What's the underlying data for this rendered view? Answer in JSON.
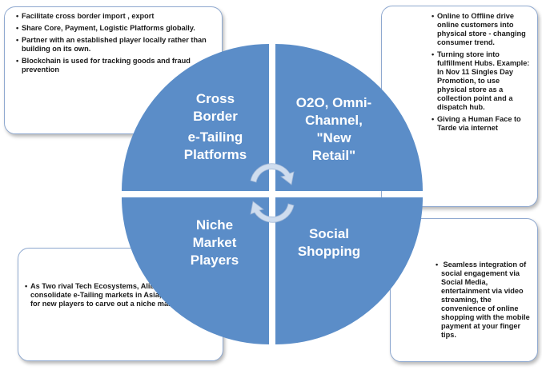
{
  "diagram": {
    "quadrants": {
      "top_left": {
        "line1": "Cross",
        "line2": "Border",
        "line3": "e-Tailing",
        "line4": "Platforms"
      },
      "top_right": {
        "line1": "O2O, Omni-",
        "line2": "Channel,",
        "line3": "\"New",
        "line4": "Retail\""
      },
      "bottom_left": {
        "line1": "Niche",
        "line2": "Market",
        "line3": "Players"
      },
      "bottom_right": {
        "line1": "Social",
        "line2": "Shopping"
      }
    },
    "colors": {
      "quadrant_fill": "#5b8dc8",
      "arrow_fill": "#cfddef",
      "callout_border": "#8fa9d0"
    }
  },
  "callouts": {
    "top_left": [
      "Facilitate cross border  import ,  export",
      "Share Core, Payment, Logistic Platforms globally.",
      "Partner with an established player locally rather than building on its own.",
      "Blockchain is used  for tracking goods and fraud prevention"
    ],
    "top_right": [
      "Online to Offline drive online customers into physical store - changing consumer trend.",
      "Turning store into fulfillment Hubs. Example:  In Nov 11 Singles Day Promotion, to use  physical store as a collection point and  a dispatch hub.",
      "Giving a Human Face to Tarde via internet"
    ],
    "bottom_left": [
      "As Two rival Tech Ecosystems, Alibaba and Tencent consolidate e-Tailing markets in Asia, it is advisable for new players to carve out a niche market."
    ],
    "bottom_right": [
      " Seamless integration of social engagement via Social Media, entertainment  via video streaming, the convenience of online shopping with the mobile payment at your finger tips."
    ]
  }
}
